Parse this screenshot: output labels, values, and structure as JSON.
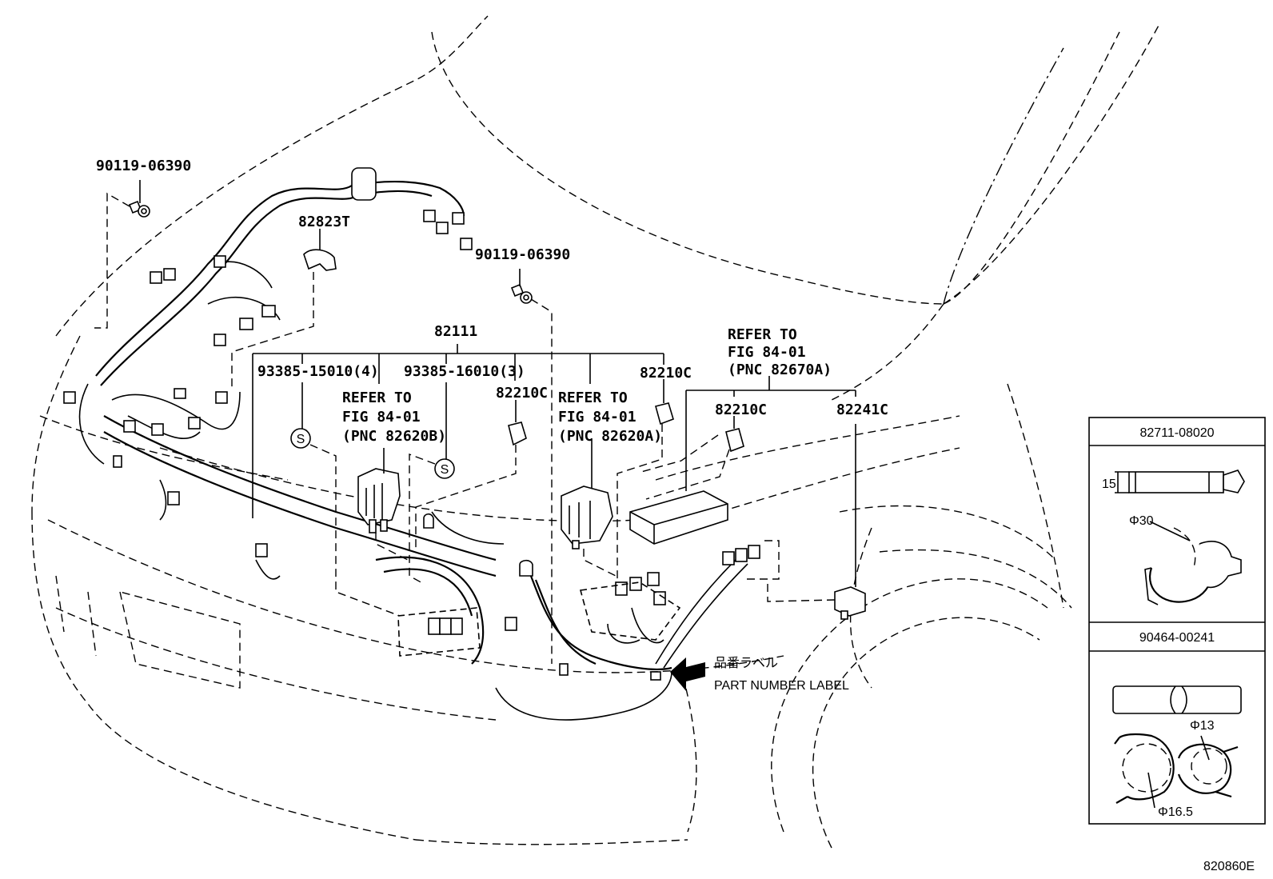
{
  "labels": {
    "bolt_top_left": "90119-06390",
    "clamp_82823T": "82823T",
    "bolt_center": "90119-06390",
    "harness_main": "82111",
    "clamp_93385_15010": "93385-15010(4)",
    "clamp_93385_16010": "93385-16010(3)",
    "refer_b_line1": "REFER TO",
    "refer_b_line2": "FIG 84-01",
    "refer_b_line3": "(PNC 82620B)",
    "relay_82210C_mid": "82210C",
    "refer_a_line1": "REFER TO",
    "refer_a_line2": "FIG 84-01",
    "refer_a_line3": "(PNC 82620A)",
    "relay_82210C_right": "82210C",
    "refer_top_line1": "REFER TO",
    "refer_top_line2": "FIG 84-01",
    "refer_top_line3": "(PNC 82670A)",
    "relay_82210C_box": "82210C",
    "relay_82241C": "82241C",
    "s_mark_1": "S",
    "s_mark_2": "S",
    "label_jp": "品番ラベル",
    "label_en": "PART NUMBER LABEL",
    "figure_id": "820860E"
  },
  "inset_top": {
    "part_no": "82711-08020",
    "dim_height": "15",
    "dim_dia": "Φ30"
  },
  "inset_bottom": {
    "part_no": "90464-00241",
    "dim_dia_small": "Φ13",
    "dim_dia_large": "Φ16.5"
  }
}
